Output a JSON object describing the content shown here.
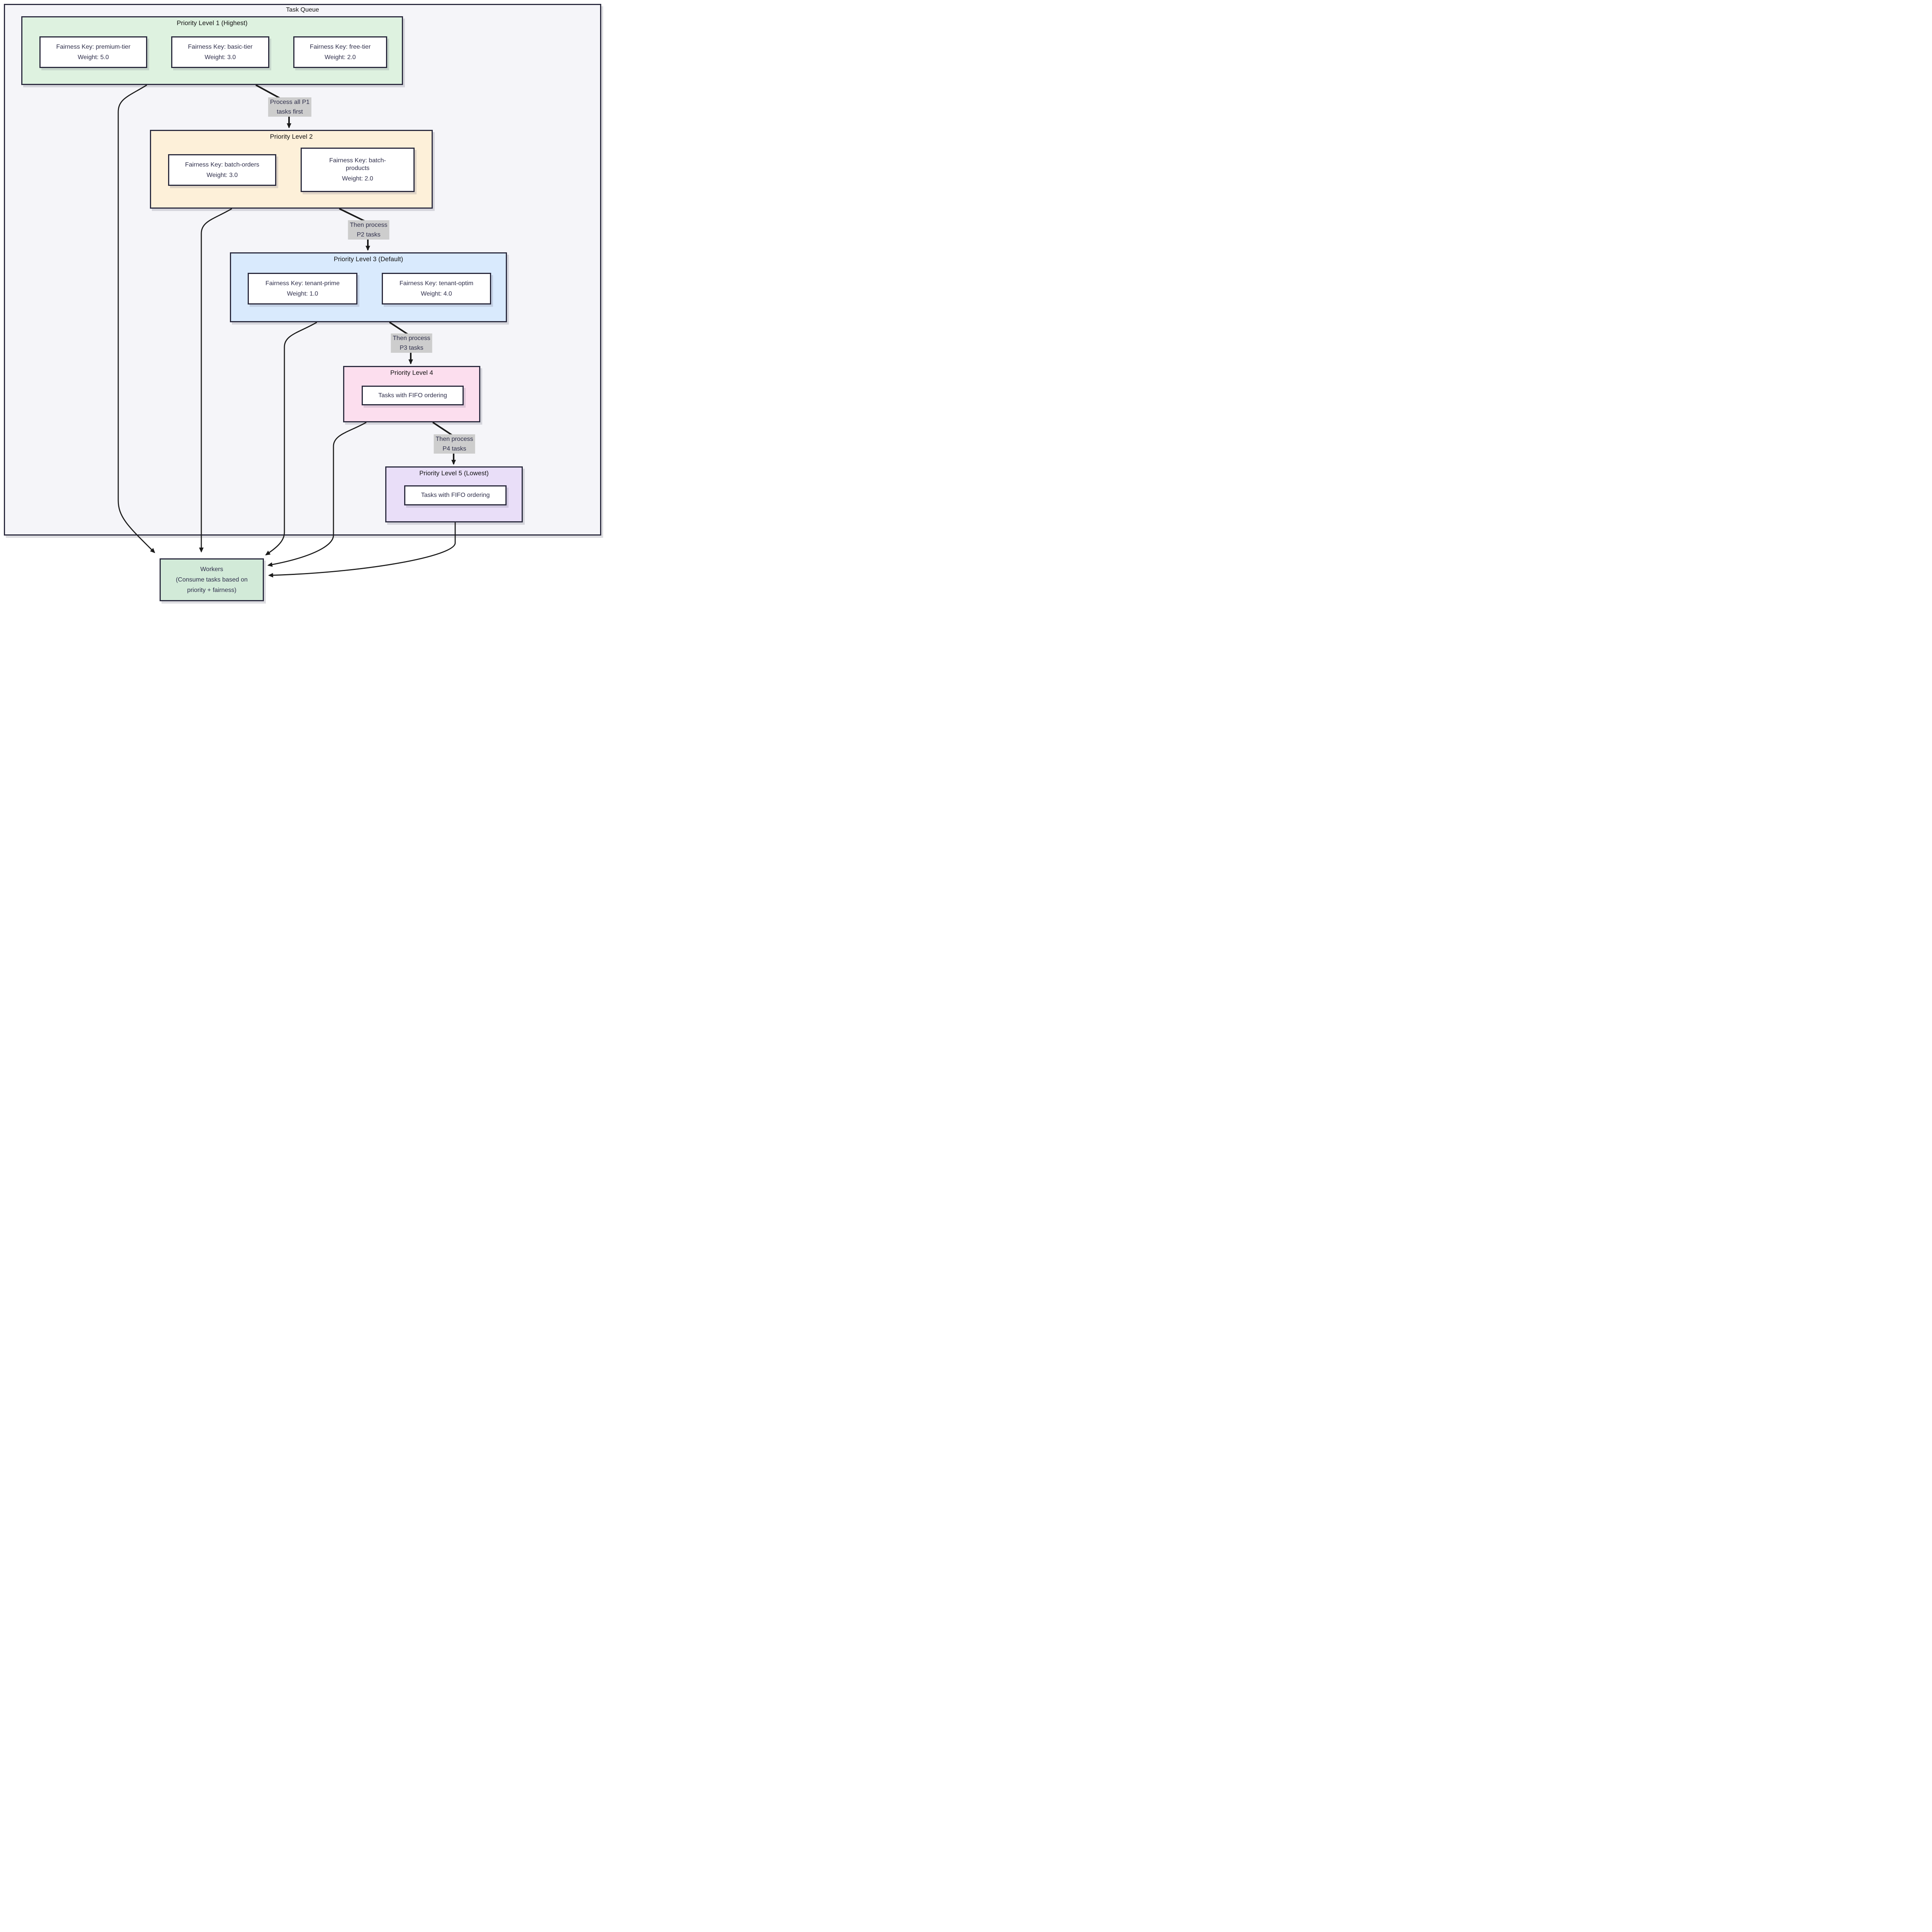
{
  "container": {
    "label": "Task Queue"
  },
  "levels": [
    {
      "title": "Priority Level 1 (Highest)",
      "fill": "#def2e0",
      "items": [
        {
          "key": "Fairness Key: premium-tier",
          "weight": "Weight: 5.0"
        },
        {
          "key": "Fairness Key: basic-tier",
          "weight": "Weight: 3.0"
        },
        {
          "key": "Fairness Key: free-tier",
          "weight": "Weight: 2.0"
        }
      ]
    },
    {
      "title": "Priority Level 2",
      "fill": "#fdf0d9",
      "items": [
        {
          "key": "Fairness Key: batch-orders",
          "weight": "Weight: 3.0"
        },
        {
          "key": "Fairness Key: batch-products",
          "weight": "Weight: 2.0"
        }
      ]
    },
    {
      "title": "Priority Level 3 (Default)",
      "fill": "#d9eafd",
      "items": [
        {
          "key": "Fairness Key: tenant-prime",
          "weight": "Weight: 1.0"
        },
        {
          "key": "Fairness Key: tenant-optim",
          "weight": "Weight: 4.0"
        }
      ]
    },
    {
      "title": "Priority Level 4",
      "fill": "#fcdeee",
      "items": [
        {
          "key": "Tasks with FIFO ordering"
        }
      ]
    },
    {
      "title": "Priority Level 5 (Lowest)",
      "fill": "#e9def8",
      "items": [
        {
          "key": "Tasks with FIFO ordering"
        }
      ]
    }
  ],
  "edge_labels": [
    {
      "line1": "Process all P1",
      "line2": "tasks first"
    },
    {
      "line1": "Then process",
      "line2": "P2 tasks"
    },
    {
      "line1": "Then process",
      "line2": "P3 tasks"
    },
    {
      "line1": "Then process",
      "line2": "P4 tasks"
    }
  ],
  "workers": {
    "line1": "Workers",
    "line2": "(Consume tasks based on",
    "line3": "priority + fairness)",
    "fill": "#d2ead8"
  },
  "colors": {
    "border": "#2b2b3f",
    "arrow": "#1b1b1b",
    "label_bg": "#cdcdcd",
    "text": "#2e2e4a",
    "container_fill": "#f5f5f9"
  }
}
